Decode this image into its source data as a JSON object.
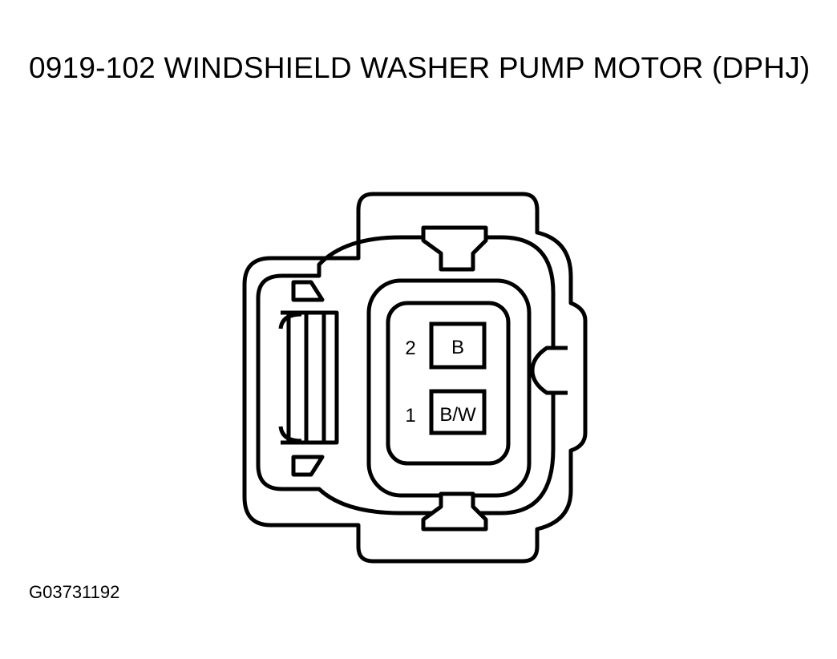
{
  "title": "0919-102 WINDSHIELD WASHER PUMP MOTOR (DPHJ)",
  "figure_id": "G03731192",
  "pins": [
    {
      "number": "2",
      "wire_color": "B"
    },
    {
      "number": "1",
      "wire_color": "B/W"
    }
  ]
}
